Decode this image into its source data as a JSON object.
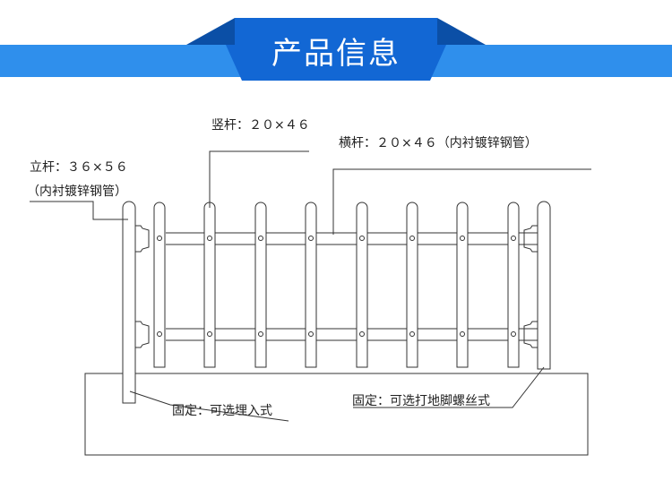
{
  "banner": {
    "title": "产品信息",
    "colors": {
      "band": "#2f8fec",
      "tab": "#1267d4",
      "tab_dark": "#0b4fa6"
    }
  },
  "labels": {
    "vertical_bar": {
      "name": "竖杆",
      "spec": "２０×４６"
    },
    "horizontal_bar": {
      "name": "横杆",
      "spec": "２０×４６",
      "note": "（内衬镀锌钢管）"
    },
    "post": {
      "name": "立杆",
      "spec": "３６×５６",
      "note": "（内衬镀锌钢管）"
    },
    "fix_buried": {
      "name": "固定",
      "value": "可选埋入式"
    },
    "fix_bolted": {
      "name": "固定",
      "value": "可选打地脚螺丝式"
    },
    "colon": "："
  },
  "colors": {
    "line": "#333333"
  }
}
